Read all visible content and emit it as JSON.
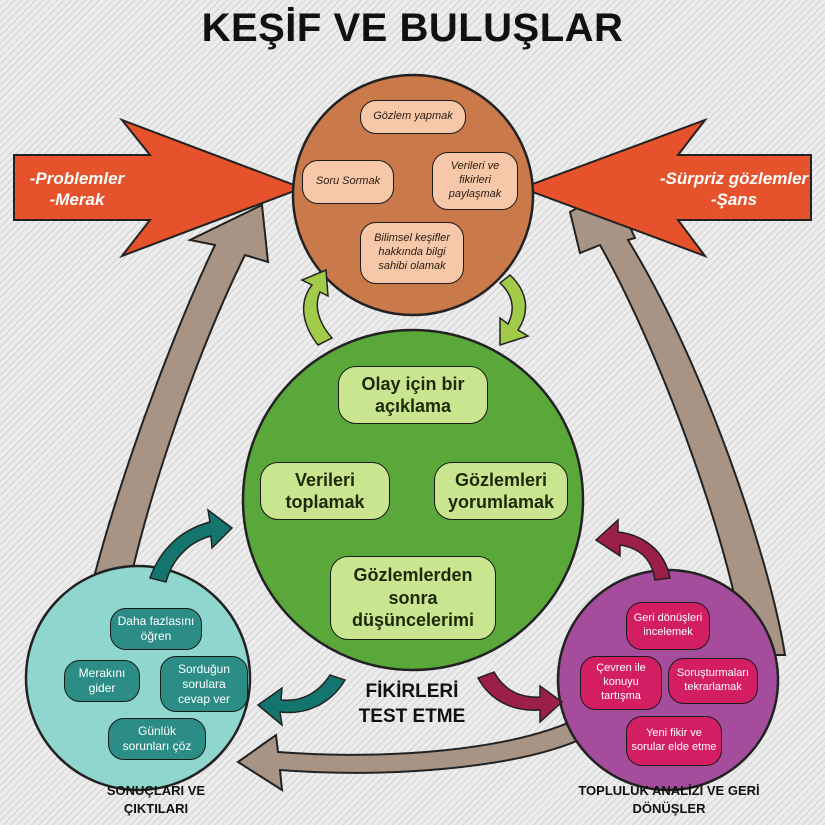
{
  "title": "KEŞİF VE BULUŞLAR",
  "left_arrow": {
    "lines": [
      "-Problemler",
      "-Merak"
    ]
  },
  "right_arrow": {
    "lines": [
      "-Sürpriz gözlemler",
      "-Şans"
    ]
  },
  "top_circle": {
    "items": [
      "Gözlem yapmak",
      "Soru Sormak",
      "Verileri ve fikirleri paylaşmak",
      "Bilimsel keşifler hakkında bilgi sahibi olamak"
    ]
  },
  "center_circle": {
    "items": [
      "Olay için bir açıklama",
      "Verileri toplamak",
      "Gözlemleri yorumlamak",
      "Gözlemlerden sonra düşüncelerimi"
    ],
    "caption": "FİKİRLERİ TEST ETME"
  },
  "bottom_left_circle": {
    "items": [
      "Daha fazlasını öğren",
      "Merakını gider",
      "Sorduğun sorulara cevap ver",
      "Günlük sorunları çöz"
    ],
    "caption": "SONUÇLARI VE ÇIKTILARI"
  },
  "bottom_right_circle": {
    "items": [
      "Geri dönüşleri incelemek",
      "Çevren ile konuyu tartışma",
      "Soruşturmaları tekrarlamak",
      "Yeni fikir ve sorular elde etme"
    ],
    "caption": "TOPLULUK ANALİZİ VE GERİ DÖNÜŞLER"
  },
  "colors": {
    "top_circle": "#c9794a",
    "center_circle": "#5aa83a",
    "bottom_left_circle": "#8fd6cf",
    "bottom_right_circle": "#a54c9c",
    "red_arrow": "#e5522b",
    "tan_arrow": "#a89484",
    "light_green_arrow": "#a3cb4a",
    "teal_arrow": "#14756e",
    "maroon_arrow": "#9c1e4a"
  }
}
